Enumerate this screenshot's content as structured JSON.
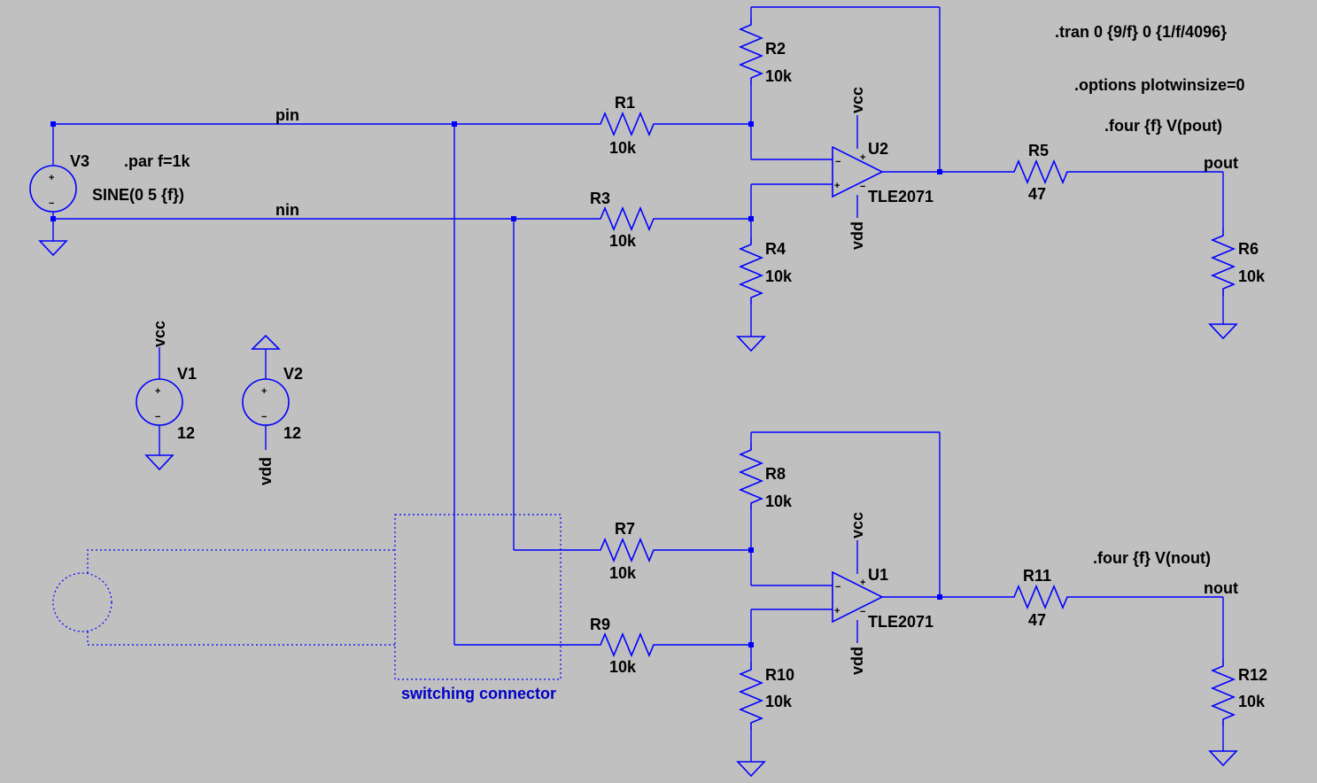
{
  "colors": {
    "background": "#c0c0c0",
    "wire": "#0000ff",
    "text": "#000000",
    "comment": "#0000c8"
  },
  "directives": {
    "tran": ".tran 0 {9/f} 0 {1/f/4096}",
    "options": ".options plotwinsize=0",
    "four_pout": ".four {f} V(pout)",
    "four_nout": ".four {f} V(nout)",
    "param": ".par f=1k"
  },
  "nets": {
    "pin": "pin",
    "nin": "nin",
    "pout": "pout",
    "nout": "nout",
    "vcc": "vcc",
    "vdd": "vdd"
  },
  "sources": {
    "v3": {
      "name": "V3",
      "value": "SINE(0 5 {f})"
    },
    "v1": {
      "name": "V1",
      "value": "12"
    },
    "v2": {
      "name": "V2",
      "value": "12"
    }
  },
  "resistors": {
    "r1": {
      "name": "R1",
      "value": "10k"
    },
    "r2": {
      "name": "R2",
      "value": "10k"
    },
    "r3": {
      "name": "R3",
      "value": "10k"
    },
    "r4": {
      "name": "R4",
      "value": "10k"
    },
    "r5": {
      "name": "R5",
      "value": "47"
    },
    "r6": {
      "name": "R6",
      "value": "10k"
    },
    "r7": {
      "name": "R7",
      "value": "10k"
    },
    "r8": {
      "name": "R8",
      "value": "10k"
    },
    "r9": {
      "name": "R9",
      "value": "10k"
    },
    "r10": {
      "name": "R10",
      "value": "10k"
    },
    "r11": {
      "name": "R11",
      "value": "47"
    },
    "r12": {
      "name": "R12",
      "value": "10k"
    }
  },
  "opamps": {
    "u2": {
      "name": "U2",
      "model": "TLE2071"
    },
    "u1": {
      "name": "U1",
      "model": "TLE2071"
    }
  },
  "symbols": {
    "plus": "+",
    "minus": "−"
  },
  "comment": "switching connector"
}
